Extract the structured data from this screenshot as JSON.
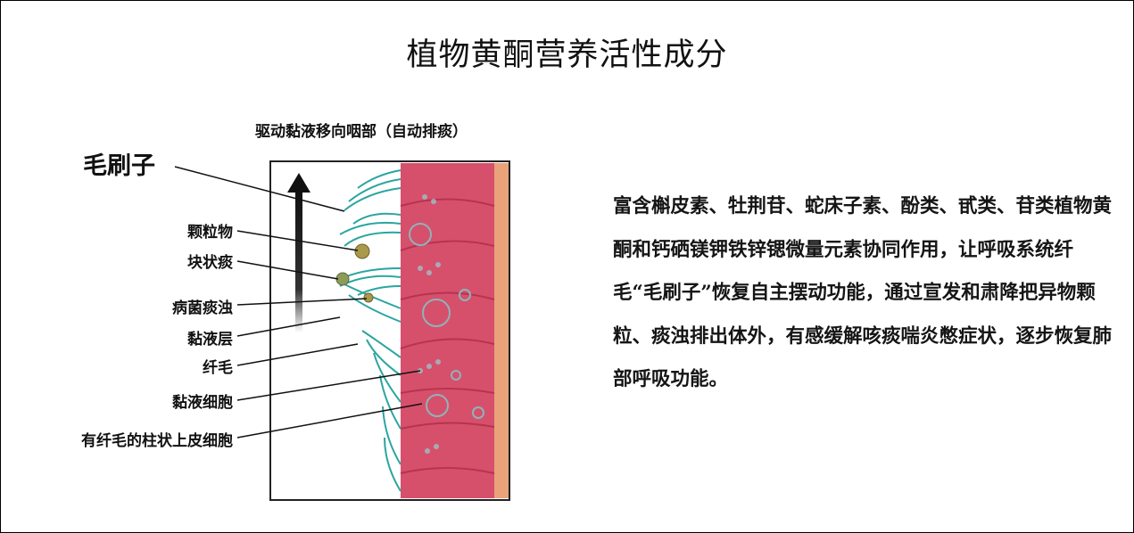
{
  "title": "植物黄酮营养活性成分",
  "diagram": {
    "caption": "驱动黏液移向咽部（自动排痰）",
    "main_label": "毛刷子",
    "labels": [
      "颗粒物",
      "块状痰",
      "病菌痰浊",
      "黏液层",
      "纤毛",
      "黏液细胞",
      "有纤毛的柱状上皮细胞"
    ]
  },
  "description": "富含槲皮素、牡荆苷、蛇床子素、酚类、甙类、苷类植物黄酮和钙硒镁钾铁锌锶微量元素协同作用，让呼吸系统纤毛“毛刷子”恢复自主摆动功能，通过宣发和肃降把异物颗粒、痰浊排出体外，有感缓解咳痰喘炎憋症状，逐步恢复肺部呼吸功能。",
  "colors": {
    "cilia": "#2aa5a0",
    "cell": "#d9536e",
    "tissue": "#e9a27a",
    "arrow": "#111111"
  }
}
